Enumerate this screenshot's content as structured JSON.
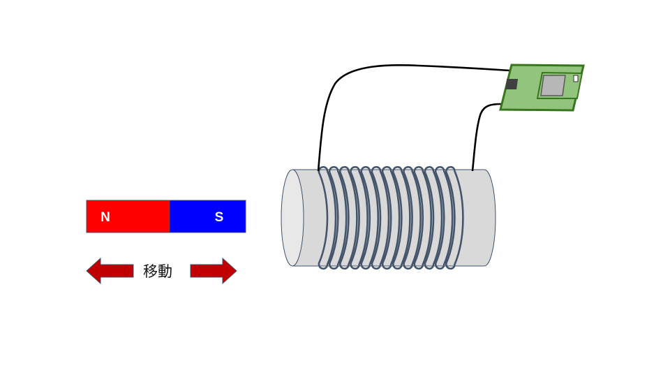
{
  "diagram": {
    "title": "Electromagnetic induction: moving magnet near coil connected to circuit board",
    "magnet": {
      "north_label": "N",
      "south_label": "S",
      "north_color": "#ff0000",
      "south_color": "#0000ff",
      "outline_color": "#41526b"
    },
    "motion": {
      "label": "移動",
      "arrow_color": "#c00000",
      "directions": [
        "left",
        "right"
      ]
    },
    "coil": {
      "turns": 13,
      "wire_color": "#44546a",
      "core_color": "#d9d9d9",
      "core_end_color": "#e8e8e8"
    },
    "board": {
      "board_color": "#92c47d",
      "border_color": "#38761d",
      "chip_color": "#404040",
      "module_color": "#b7b7b7"
    },
    "lead_wire_color": "#000000"
  }
}
